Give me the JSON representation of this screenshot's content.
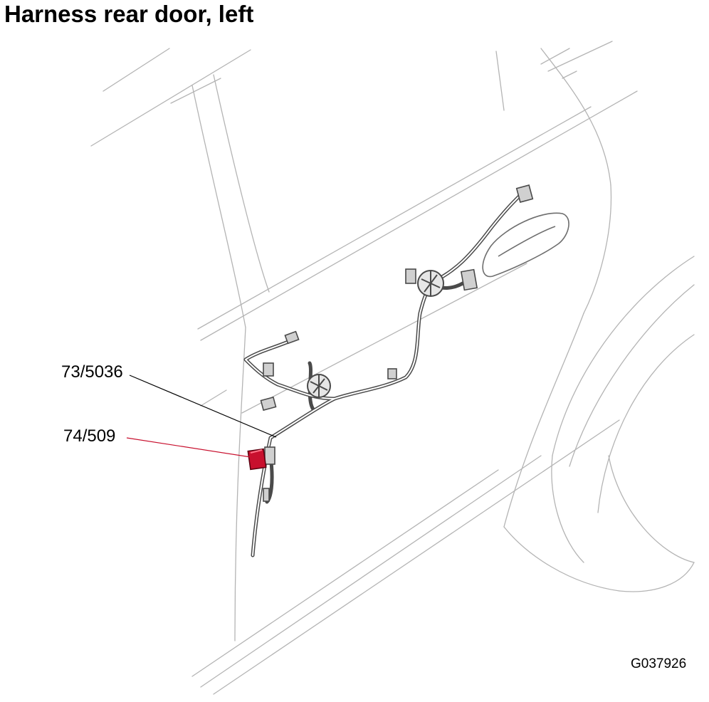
{
  "title": "Harness rear door, left",
  "callouts": [
    {
      "label": "73/5036",
      "color": "#000000"
    },
    {
      "label": "74/509",
      "color": "#c8102e"
    }
  ],
  "figure_id": "G037926",
  "colors": {
    "body_lines": "#b4b4b4",
    "harness": "#4a4a4a",
    "harness_fill": "#d9d9d9",
    "highlight_connector": "#c8102e"
  }
}
